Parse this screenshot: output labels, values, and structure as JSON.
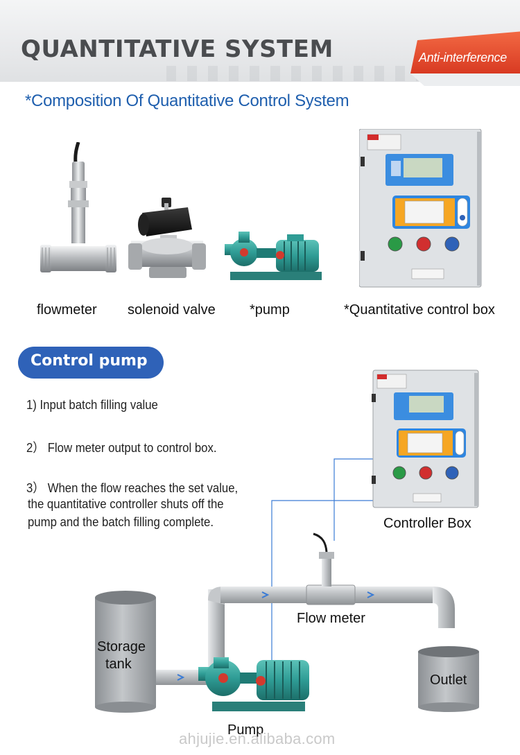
{
  "header": {
    "title": "QUANTITATIVE SYSTEM",
    "badge": "Anti-interference"
  },
  "composition": {
    "subtitle": "*Composition Of Quantitative Control System",
    "products": [
      {
        "label": "flowmeter"
      },
      {
        "label": "solenoid valve"
      },
      {
        "label": "*pump"
      },
      {
        "label": "*Quantitative control box"
      }
    ]
  },
  "control_pump": {
    "heading": "Control pump",
    "steps": [
      "1)  Input batch filling value",
      "2） Flow meter output to control box.",
      "3） When the flow reaches the set value,",
      " the quantitative controller shuts off the",
      " pump and the  batch filling complete."
    ]
  },
  "diagram": {
    "controller_box": "Controller Box",
    "flow_meter": "Flow meter",
    "storage_tank": [
      "Storage",
      "tank"
    ],
    "outlet": "Outlet",
    "pump": "Pump"
  },
  "colors": {
    "accent_blue": "#2f62b8",
    "subtitle_blue": "#1f5fae",
    "badge_red": "#e24a2c",
    "pump_teal": "#2f9c95",
    "signal_line": "#3a7bd5"
  },
  "watermark": "ahjujie.en.alibaba.com"
}
